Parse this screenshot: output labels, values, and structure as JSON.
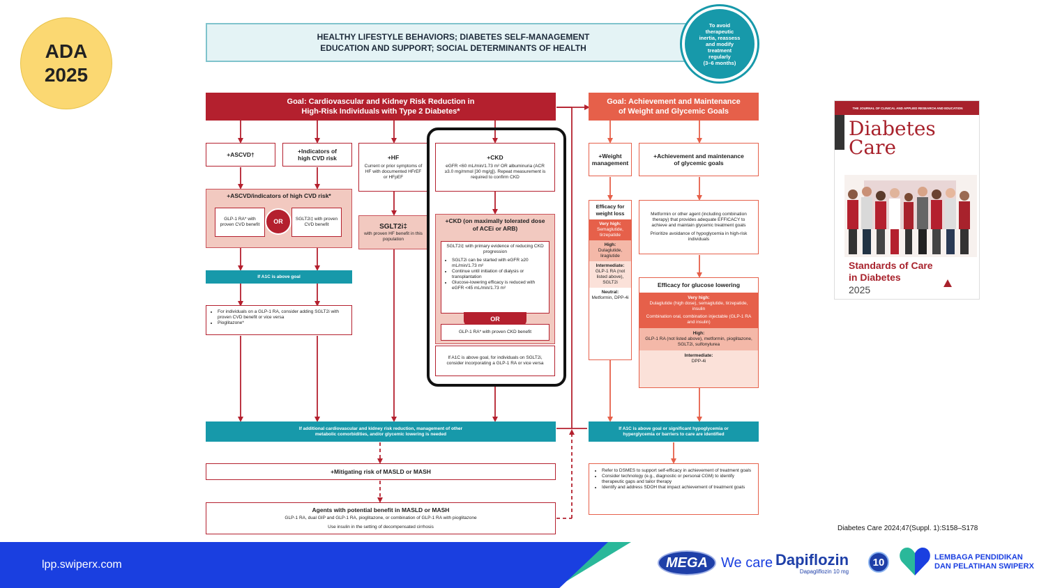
{
  "badge": {
    "line1": "ADA",
    "line2": "2025"
  },
  "top_banner": {
    "line1": "HEALTHY LIFESTYLE BEHAVIORS; DIABETES SELF-MANAGEMENT",
    "line2": "EDUCATION AND SUPPORT; SOCIAL DETERMINANTS OF HEALTH"
  },
  "reassess_circle": {
    "l1": "To avoid",
    "l2": "therapeutic",
    "l3": "inertia, reassess",
    "l4": "and modify",
    "l5": "treatment",
    "l6": "regularly",
    "l7": "(3–6 months)"
  },
  "left_goal": {
    "line1": "Goal: Cardiovascular and Kidney Risk Reduction in",
    "line2": "High-Risk Individuals with Type 2 Diabetes*"
  },
  "right_goal": {
    "line1": "Goal: Achievement and Maintenance",
    "line2": "of Weight and Glycemic Goals"
  },
  "ascvd": {
    "label": "+ASCVD†"
  },
  "high_cvd": {
    "line1": "+Indicators of",
    "line2": "high CVD risk"
  },
  "hf": {
    "title": "+HF",
    "text": "Current or prior symptoms of HF with documented HFrEF or HFpEF"
  },
  "ckd": {
    "title": "+CKD",
    "text": "eGFR <60 mL/min/1.73 m² OR albuminuria (ACR ≥3.0 mg/mmol [30 mg/g]). Repeat measurement is required to confirm CKD"
  },
  "ascvd_combined": {
    "title": "+ASCVD/indicators of high CVD risk*",
    "glp1": "GLP-1 RA* with proven CVD benefit",
    "or": "OR",
    "sglt2": "SGLT2i‡ with proven CVD benefit"
  },
  "sglt2_hf": {
    "title": "SGLT2i‡",
    "text": "with proven HF benefit in this population"
  },
  "ckd_max": {
    "title": "+CKD (on maximally tolerated dose of ACEi or ARB)",
    "sglt2_text": "SGLT2i‡ with primary evidence of reducing CKD progression",
    "bullets": [
      "SGLT2i can be started with eGFR ≥20 mL/min/1.73 m²",
      "Continue until initiation of dialysis or transplantation",
      "Glucose-lowering efficacy is reduced with eGFR <45 mL/min/1.73 m²"
    ],
    "or": "OR",
    "glp1": "GLP-1 RA* with proven CKD benefit",
    "a1c_note": "If A1C is above goal, for individuals on SGLT2i, consider incorporating a GLP-1 RA or vice versa"
  },
  "a1c_goal_left": {
    "label": "If A1C is above goal"
  },
  "left_options": {
    "bullets": [
      "For individuals on a GLP-1 RA, consider adding SGLT2i with proven CVD benefit or vice versa",
      "Pioglitazone*"
    ]
  },
  "weight_mgmt": {
    "line1": "+Weight",
    "line2": "management"
  },
  "glycemic_goals": {
    "line1": "+Achievement and maintenance",
    "line2": "of glycemic goals"
  },
  "eff_weight": {
    "title": "Efficacy for weight loss",
    "very_high_label": "Very high:",
    "very_high_text": "Semaglutide, tirzepatide",
    "high_label": "High:",
    "high_text": "Dulaglutide, liraglutide",
    "inter_label": "Intermediate:",
    "inter_text": "GLP-1 RA (not listed above), SGLT2i",
    "neutral_label": "Neutral:",
    "neutral_text": "Metformin, DPP-4i"
  },
  "metformin": {
    "p1": "Metformin or other agent (including combination therapy) that provides adequate EFFICACY to achieve and maintain glycemic treatment goals",
    "p2": "Prioritize avoidance of hypoglycemia in high-risk individuals"
  },
  "eff_glucose": {
    "title": "Efficacy for glucose lowering",
    "very_high_label": "Very high:",
    "very_high_text": "Dulaglutide (high dose), semaglutide, tirzepatide, insulin",
    "combo_text": "Combination oral, combination injectable (GLP-1 RA and insulin)",
    "high_label": "High:",
    "high_text": "GLP-1 RA (not listed above), metformin, pioglitazone, SGLT2i, sulfonylurea",
    "inter_label": "Intermediate:",
    "inter_text": "DPP-4i"
  },
  "additional_bar": {
    "line1": "If additional cardiovascular and kidney risk reduction, management of other",
    "line2": "metabolic comorbidities, and/or glycemic lowering is needed"
  },
  "hypo_bar": {
    "line1": "If A1C is above goal or significant hypoglycemia or",
    "line2": "hyperglycemia or barriers to care are identified"
  },
  "masld": {
    "label": "+Mitigating risk of MASLD or MASH"
  },
  "agents": {
    "title": "Agents with potential benefit in MASLD or MASH",
    "line1": "GLP-1 RA, dual GIP and GLP-1 RA, pioglitazone, or combination of GLP-1 RA with pioglitazone",
    "line2": "Use insulin in the setting of decompensated cirrhosis"
  },
  "dsmes": {
    "bullets": [
      "Refer to DSMES to support self-efficacy in achievement of treatment goals",
      "Consider technology (e.g., diagnostic or personal CGM) to identify therapeutic gaps and tailor therapy",
      "Identify and address SDOH that impact achievement of treatment goals"
    ]
  },
  "journal": {
    "header": "THE JOURNAL OF CLINICAL AND APPLIED RESEARCH AND EDUCATION",
    "title1": "Diabetes",
    "title2": "Care",
    "subtitle1": "Standards of Care",
    "subtitle2": "in Diabetes",
    "year": "2025"
  },
  "citation": "Diabetes Care 2024;47(Suppl. 1):S158–S178",
  "footer": {
    "url": "lpp.swiperx.com",
    "mega": "MEGA",
    "we_care": "We care",
    "brand": "Dapiflozin",
    "brand_sub": "Dapagliflozin 10 mg",
    "ten": "10",
    "lembaga1": "LEMBAGA PENDIDIKAN",
    "lembaga2": "DAN PELATIHAN SWIPERX"
  },
  "colors": {
    "primary_red": "#b4202e",
    "orange": "#e6604a",
    "teal": "#1799aa",
    "badge_yellow": "#fbd872",
    "footer_blue": "#1a3fe0",
    "footer_green": "#2ab89a"
  }
}
